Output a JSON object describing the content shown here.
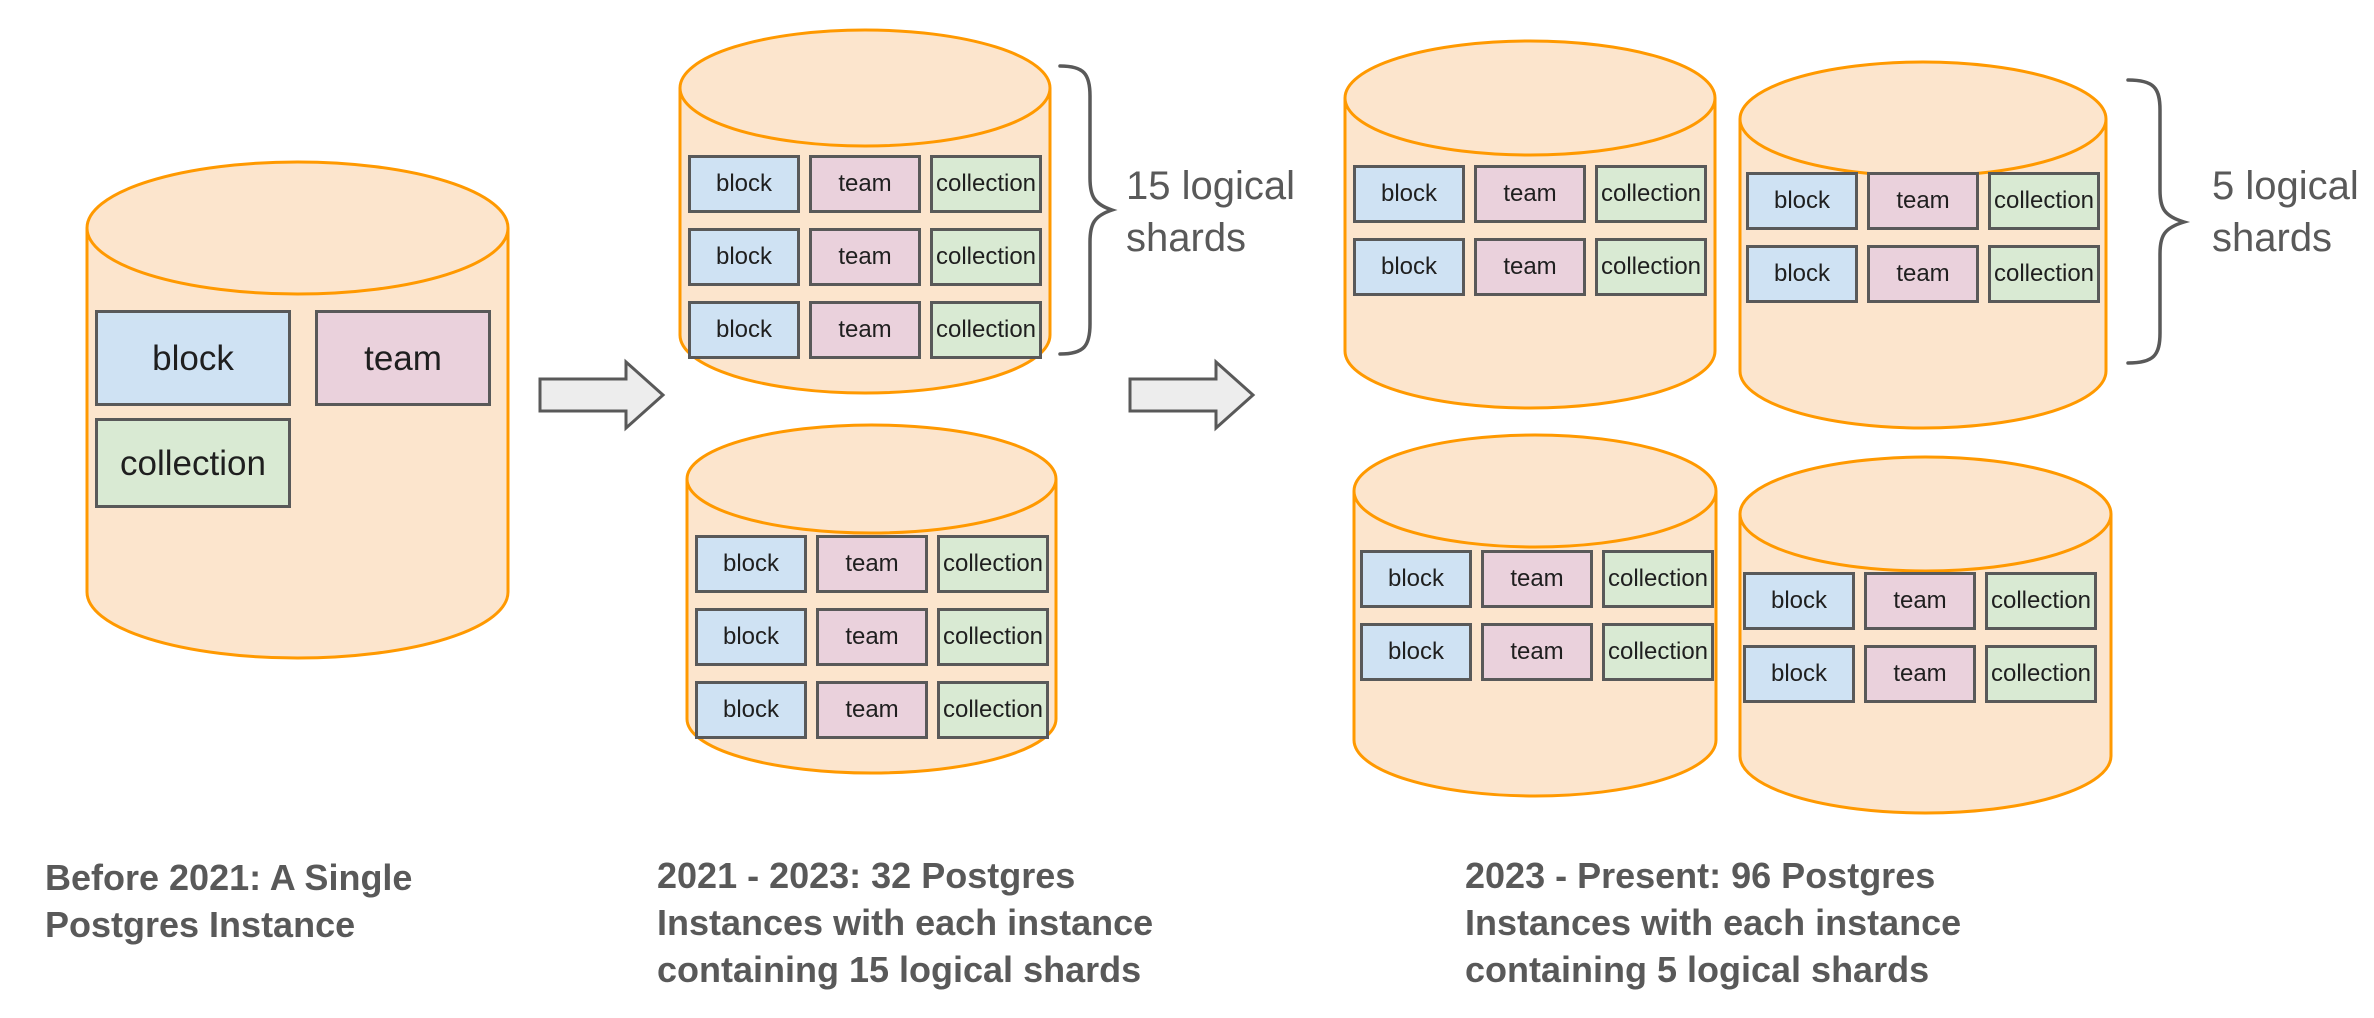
{
  "diagram_type": "database-sharding-evolution",
  "labels": {
    "block": "block",
    "team": "team",
    "collection": "collection"
  },
  "stages": [
    {
      "caption": "Before 2021: A Single\nPostgres Instance",
      "instances_shown": 1,
      "tables_per_instance": [
        "block",
        "team",
        "collection"
      ]
    },
    {
      "caption": "2021 - 2023: 32 Postgres\nInstances with each instance\ncontaining 15 logical shards",
      "brace_label": "15 logical\nshards",
      "instances_shown": 2,
      "shard_rows_per_instance": 3
    },
    {
      "caption": "2023 - Present: 96 Postgres\nInstances with each instance\ncontaining 5 logical shards",
      "brace_label": "5 logical\nshards",
      "instances_shown": 4,
      "shard_rows_per_instance": 2
    }
  ],
  "colors": {
    "page_bg": "#ffffff",
    "cylinder_fill": "#fce5cd",
    "cylinder_stroke": "#ff9900",
    "block_fill": "#cfe2f3",
    "team_fill": "#ead1dc",
    "collection_fill": "#d9ead3",
    "box_stroke": "#595959",
    "box_text": "#1f1f1f",
    "text": "#595959",
    "arrow_fill": "#ededed"
  }
}
